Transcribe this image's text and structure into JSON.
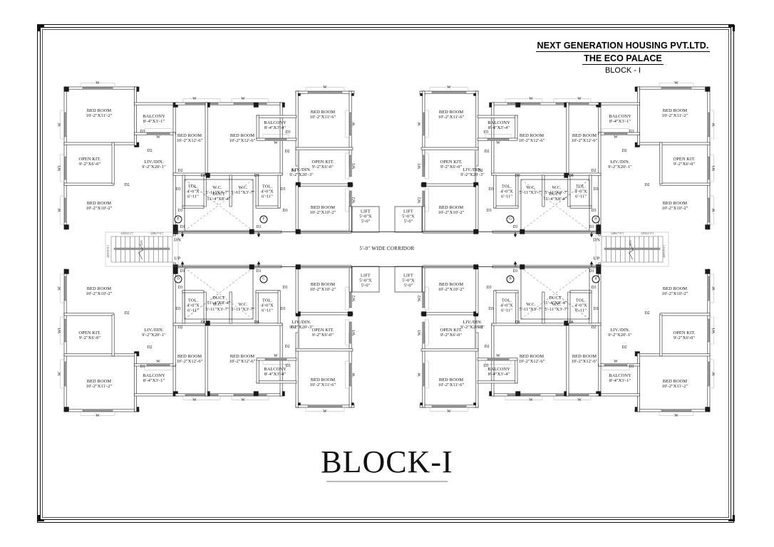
{
  "sheet": {
    "drawing_type": "architectural-floor-plan",
    "caption": "BLOCK-I"
  },
  "titleblock": {
    "company": "NEXT GENERATION HOUSING PVT.LTD.",
    "project": "THE ECO PALACE",
    "block": "BLOCK - I"
  },
  "core": {
    "corridor_label": "5'-0\" WIDE CORRIDOR",
    "duct_name": "DUCT",
    "duct_size": "11'-4\"X8'-4\"",
    "lift_name": "LIFT",
    "lift_size_l1": "5'-0\"X",
    "lift_size_l2": "5'-0\"",
    "stair_up": "UP",
    "stair_dn": "DN",
    "stair_dim_a": "1250 [4'-2\"]",
    "stair_dim_b": "2286 [7'-6\"]",
    "stair_dim_c": "1200",
    "stair_dim_v": "2600 [8'-6\"]"
  },
  "rooms": {
    "bedroom": "BED ROOM",
    "bedroom_11_2": "10'-2\"X11'-2\"",
    "bedroom_10_2": "10'-2\"X10'-2\"",
    "bedroom_12_6": "10'-2\"X12'-6\"",
    "bedroom_11_6": "10'-2\"X11'-6\"",
    "open_kit": "OPEN KIT.",
    "open_kit_size": "9'-2\"X6'-0\"",
    "livdin": "LIV./DIN.",
    "livdin_20_1": "9'-2\"X20'-1\"",
    "livdin_20_3": "9'-2\"X20'-3\"",
    "balcony": "BALCONY",
    "balcony_3_1": "8'-4\"X3'-1\"",
    "balcony_3_4": "8'-4\"X3'-4\"",
    "wc": "W.C.",
    "wc_size": "5'-11\"X3'-7\"",
    "tol": "TOL.",
    "tol_size_l1": "4'-0\"X",
    "tol_size_l2": "6'-11\""
  },
  "openings": {
    "window": "W",
    "window1": "W1",
    "window2": "W2",
    "door1": "D1",
    "door2": "D2",
    "door3": "D3",
    "door8": "D8",
    "door9": "D9"
  },
  "grid_refs": [
    "A",
    "B",
    "C",
    "D",
    "E",
    "F",
    "G",
    "H"
  ],
  "colors": {
    "ink": "#111111",
    "wall_fill": "#1a1a1a",
    "thin_wall": "#b9b9b9",
    "paper": "#ffffff"
  }
}
